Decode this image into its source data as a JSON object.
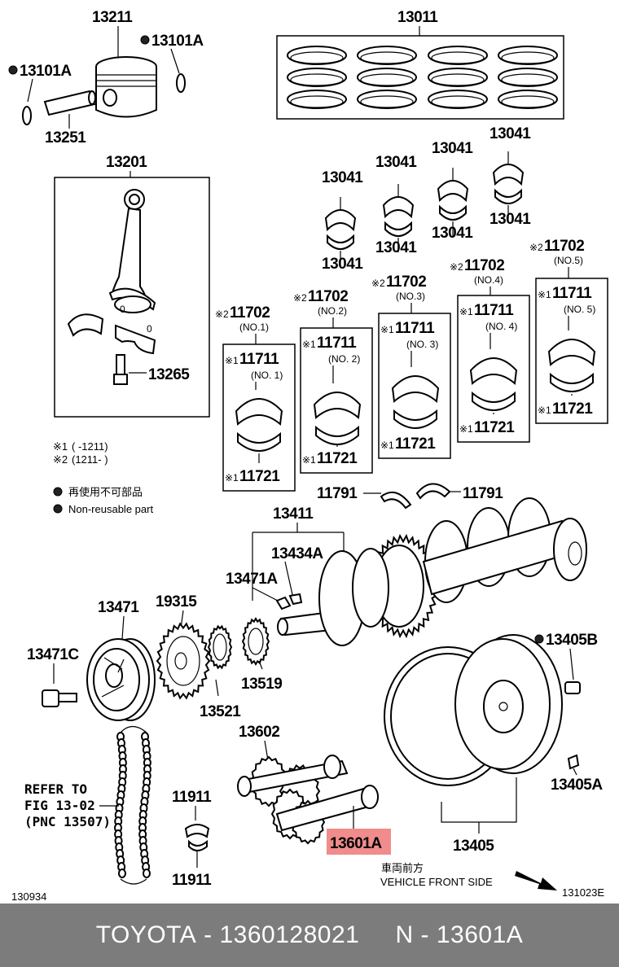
{
  "labels": {
    "l13211": "13211",
    "l13101a_top": "13101A",
    "l13101a_left": "13101A",
    "l13251": "13251",
    "l13011": "13011",
    "l13201": "13201",
    "l13265": "13265",
    "l13041_a": "13041",
    "l13041_b": "13041",
    "l13041_c": "13041",
    "l13041_d": "13041",
    "l13041_e": "13041",
    "l13041_f": "13041",
    "l13041_g": "13041",
    "l13041_h": "13041",
    "b1_outer": "11702",
    "b1_outer_no": "(NO.1)",
    "b1_upper": "11711",
    "b1_upper_no": "(NO. 1)",
    "b1_lower": "11721",
    "b2_outer": "11702",
    "b2_outer_no": "(NO.2)",
    "b2_upper": "11711",
    "b2_upper_no": "(NO. 2)",
    "b2_lower": "11721",
    "b3_outer": "11702",
    "b3_outer_no": "(NO.3)",
    "b3_upper": "11711",
    "b3_upper_no": "(NO. 3)",
    "b3_lower": "11721",
    "b4_outer": "11702",
    "b4_outer_no": "(NO.4)",
    "b4_upper": "11711",
    "b4_upper_no": "(NO. 4)",
    "b4_lower": "11721",
    "b5_outer": "11702",
    "b5_outer_no": "(NO.5)",
    "b5_upper": "11711",
    "b5_upper_no": "(NO. 5)",
    "b5_lower": "11721",
    "mark1": "※2",
    "mark2": "※1",
    "l11791_a": "11791",
    "l11791_b": "11791",
    "l13411": "13411",
    "l13434a": "13434A",
    "l13471a": "13471A",
    "l13471": "13471",
    "l19315": "19315",
    "l13471c": "13471C",
    "l13519": "13519",
    "l13521": "13521",
    "l13405b": "13405B",
    "l13405a": "13405A",
    "l13405": "13405",
    "l13602": "13602",
    "l13601a": "13601A",
    "l11911_a": "11911",
    "l11911_b": "11911",
    "dir_jp": "車両前方",
    "dir_en": "VEHICLE FRONT SIDE",
    "code_left": "130934",
    "code_right": "131023E"
  },
  "notes": {
    "n1_mark": "※1",
    "n1_text": "(       -1211)",
    "n2_mark": "※2",
    "n2_text": "(1211-        )",
    "nonreuse_jp": "再使用不可部品",
    "nonreuse_en": "Non-reusable part"
  },
  "refer": {
    "line1": "REFER TO",
    "line2": "FIG 13-02",
    "line3": "(PNC 13507)"
  },
  "footer": {
    "brand": "TOYOTA",
    "part_number": "1360128021",
    "pnc": "N - 13601A",
    "sep": " - "
  },
  "highlight_color": "#f08c8c"
}
